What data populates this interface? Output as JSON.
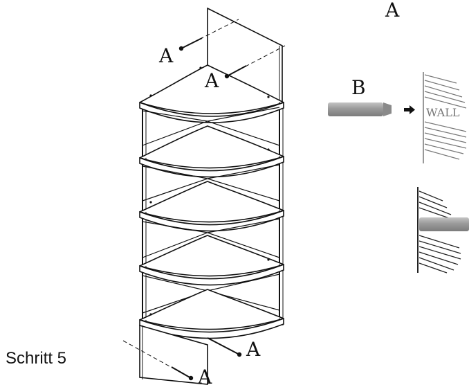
{
  "step_label": "Schritt 5",
  "labels": {
    "screw": "A",
    "dowel": "B",
    "wall": "WALL"
  },
  "shelf_count": 5
}
